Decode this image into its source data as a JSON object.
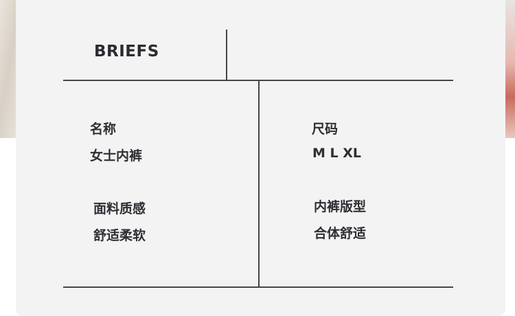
{
  "title": "BRIEFS",
  "specs": [
    {
      "label": "名称",
      "value": "女士内裤"
    },
    {
      "label": "尺码",
      "value": "M L XL"
    },
    {
      "label": "面料质感",
      "value": "舒适柔软"
    },
    {
      "label": "内裤版型",
      "value": "合体舒适"
    }
  ]
}
